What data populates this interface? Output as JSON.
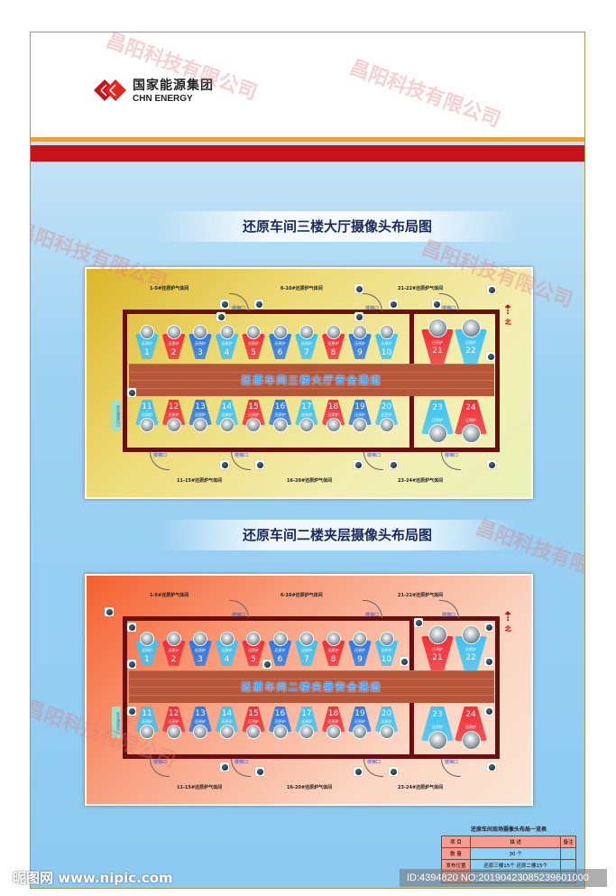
{
  "logo": {
    "cn": "国家能源集团",
    "en": "CHN ENERGY"
  },
  "watermark": "昌阳科技有限公司",
  "plans": [
    {
      "title": "还原车间三楼大厅摄像头布局图",
      "corridor": "还原车间三楼大厅安全通道"
    },
    {
      "title": "还原车间二楼夹层摄像头布局图",
      "corridor": "还原车间二楼夹层安全通道"
    }
  ],
  "rooms": {
    "top": [
      "1-5#还原炉气体间",
      "6-10#还原炉气体间",
      "21-22#还原炉气体间"
    ],
    "bottom": [
      "11-15#还原炉气体间",
      "16-20#还原炉气体间",
      "23-24#还原炉气体间"
    ]
  },
  "door_label": "楼梯口",
  "furnace_label": "还原炉",
  "exit_label": "安全通道出口",
  "north_label": "北",
  "furnaces": {
    "top": [
      {
        "n": "1",
        "c": "light"
      },
      {
        "n": "2",
        "c": "red"
      },
      {
        "n": "3",
        "c": "blue"
      },
      {
        "n": "4",
        "c": "light"
      },
      {
        "n": "5",
        "c": "red"
      },
      {
        "n": "6",
        "c": "blue"
      },
      {
        "n": "7",
        "c": "light"
      },
      {
        "n": "8",
        "c": "red"
      },
      {
        "n": "9",
        "c": "blue"
      },
      {
        "n": "10",
        "c": "light"
      }
    ],
    "top_big": [
      {
        "n": "21",
        "c": "red"
      },
      {
        "n": "22",
        "c": "light"
      }
    ],
    "bottom": [
      {
        "n": "11",
        "c": "light"
      },
      {
        "n": "12",
        "c": "red"
      },
      {
        "n": "13",
        "c": "blue"
      },
      {
        "n": "14",
        "c": "light"
      },
      {
        "n": "15",
        "c": "red"
      },
      {
        "n": "16",
        "c": "blue"
      },
      {
        "n": "17",
        "c": "light"
      },
      {
        "n": "18",
        "c": "red"
      },
      {
        "n": "19",
        "c": "blue"
      },
      {
        "n": "20",
        "c": "light"
      }
    ],
    "bottom_big": [
      {
        "n": "23",
        "c": "light"
      },
      {
        "n": "24",
        "c": "red"
      }
    ]
  },
  "colors": {
    "light": "#3ec3f5",
    "red": "#f0303a",
    "blue": "#2a7ae8",
    "wall": "#6a0f0f",
    "header_red": "#c8121a"
  },
  "table": {
    "caption": "还原车间现场摄像头布局一览表",
    "headers": [
      "项  目",
      "描    述",
      "备注"
    ],
    "rows": [
      [
        "数  量",
        "30 个",
        ""
      ],
      [
        "发布位置",
        "还原三楼15个  还原二楼15个",
        ""
      ],
      [
        "",
        "",
        ""
      ]
    ]
  },
  "footer": {
    "site": "昵图网 www.nipic.com",
    "id": "ID:4394820 NO:20190423085239601000"
  }
}
